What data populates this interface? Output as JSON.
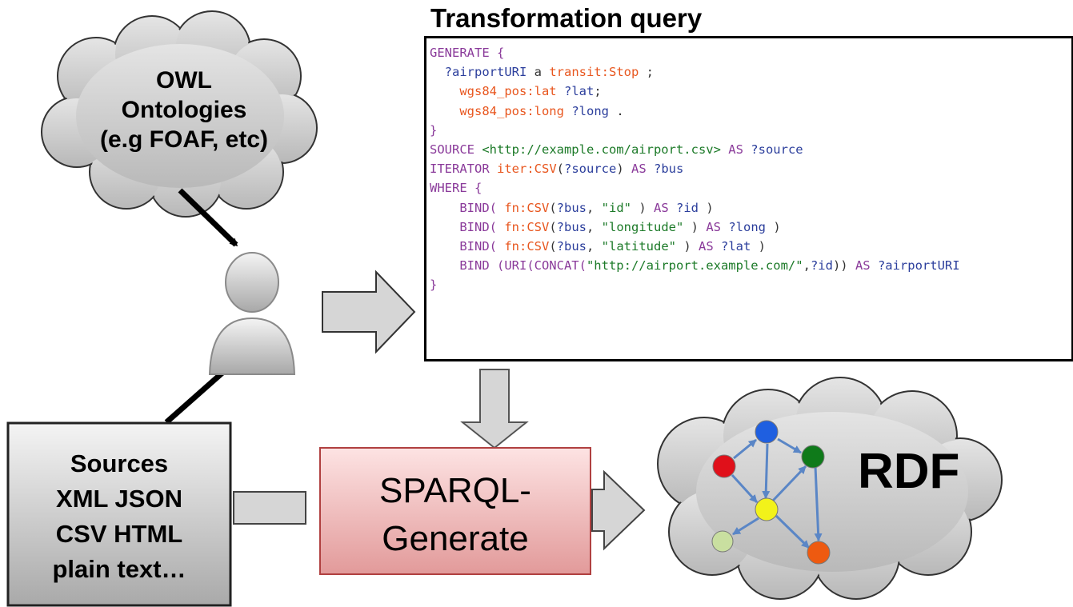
{
  "title": "Transformation query",
  "ontology": {
    "lines": [
      "OWL",
      "Ontologies",
      "(e.g FOAF, etc)"
    ]
  },
  "sources": {
    "lines": [
      "Sources",
      "XML JSON",
      "CSV HTML",
      "plain text…"
    ]
  },
  "engine": {
    "lines": [
      "SPARQL-",
      "Generate"
    ]
  },
  "rdf": {
    "label": "RDF"
  },
  "query": {
    "l1": [
      "GENERATE {"
    ],
    "l2": [
      "  ",
      "?airportURI",
      " a ",
      "transit:Stop",
      " ;"
    ],
    "l3": [
      "    ",
      "wgs84_pos:lat",
      " ",
      "?lat",
      ";"
    ],
    "l4": [
      "    ",
      "wgs84_pos:long",
      " ",
      "?long",
      " ."
    ],
    "l5": [
      "}"
    ],
    "l6": [
      "SOURCE ",
      "<http://example.com/airport.csv>",
      " AS ",
      "?source"
    ],
    "l7": [
      "ITERATOR ",
      "iter:CSV",
      "(",
      "?source",
      ") ",
      "AS ",
      "?bus"
    ],
    "l8": [
      "WHERE {"
    ],
    "l9": [
      "    BIND( ",
      "fn:CSV",
      "(",
      "?bus",
      ", ",
      "\"id\"",
      " ) ",
      "AS ",
      "?id",
      " )"
    ],
    "l10": [
      "    BIND( ",
      "fn:CSV",
      "(",
      "?bus",
      ", ",
      "\"longitude\"",
      " ) ",
      "AS ",
      "?long",
      " )"
    ],
    "l11": [
      "    BIND( ",
      "fn:CSV",
      "(",
      "?bus",
      ", ",
      "\"latitude\"",
      " ) ",
      "AS ",
      "?lat",
      " )"
    ],
    "l12": [
      "    BIND (URI(CONCAT(",
      "\"http://airport.example.com/\"",
      ",",
      "?id",
      ")) ",
      "AS ",
      "?airportURI"
    ],
    "l13": [
      "}"
    ]
  },
  "graph_colors": {
    "blue": "#1f5fe0",
    "red": "#e0101a",
    "green": "#0f7a1a",
    "yellow": "#f2f21a",
    "lightgreen": "#c9dfa0",
    "orange": "#ee5a10",
    "edge": "#5a86c6"
  }
}
